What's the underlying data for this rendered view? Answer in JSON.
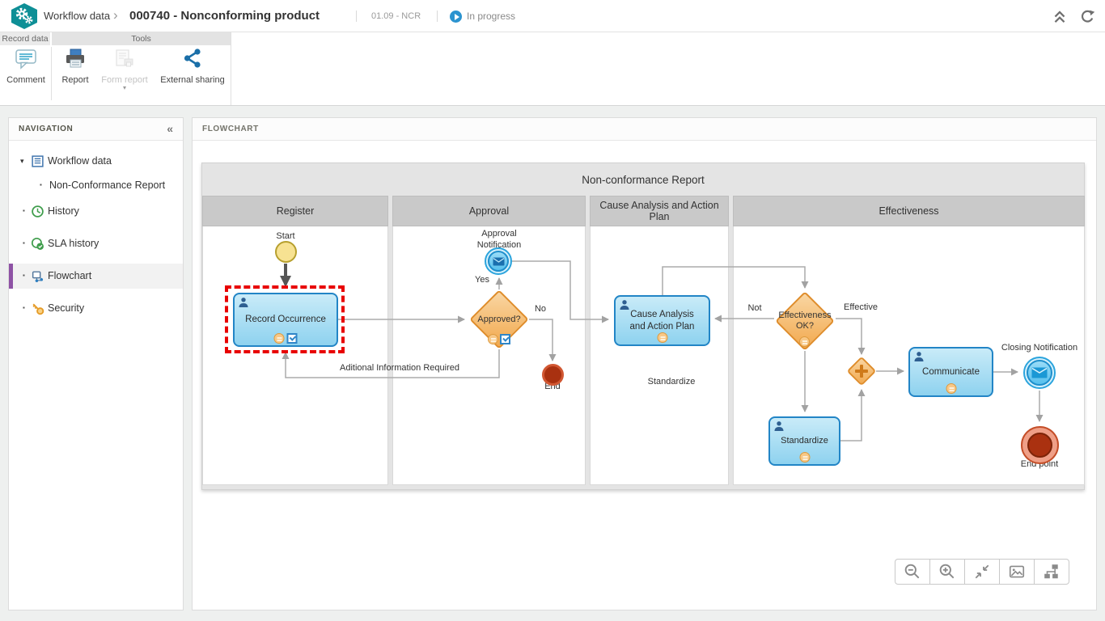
{
  "header": {
    "breadcrumb": "Workflow data",
    "record_id_title": "000740 - Nonconforming product",
    "workflow_version": "01.09 - NCR",
    "status_label": "In progress"
  },
  "ribbon": {
    "group_record_data": "Record data",
    "group_tools": "Tools",
    "comment_label": "Comment",
    "report_label": "Report",
    "form_report_label": "Form report",
    "external_sharing_label": "External sharing"
  },
  "navigation": {
    "panel_title": "NAVIGATION",
    "items": [
      {
        "label": "Workflow data"
      },
      {
        "label": "Non-Conformance Report"
      },
      {
        "label": "History"
      },
      {
        "label": "SLA history"
      },
      {
        "label": "Flowchart"
      },
      {
        "label": "Security"
      }
    ]
  },
  "flowchart": {
    "panel_title": "FLOWCHART",
    "pool_title": "Non-conformance Report",
    "lanes": [
      {
        "label": "Register"
      },
      {
        "label": "Approval"
      },
      {
        "label": "Cause Analysis and Action Plan"
      },
      {
        "label": "Effectiveness"
      }
    ],
    "nodes": {
      "start": "Start",
      "record_occurrence": "Record Occurrence",
      "approved": "Approved?",
      "approval_notification": "Approval Notification",
      "end": "End",
      "cause_analysis": "Cause Analysis and Action Plan",
      "effectiveness_ok": "Effectiveness OK?",
      "standardize": "Standardize",
      "communicate": "Communicate",
      "closing_notification": "Closing Notification",
      "end_point": "End point"
    },
    "edge_labels": {
      "yes": "Yes",
      "no": "No",
      "not": "Not",
      "effective": "Effective",
      "additional_info": "Aditional Information Required",
      "standardize_flow": "Standardize"
    }
  },
  "icons": {
    "breadcrumb_chevron": "›",
    "nav_collapse": "«",
    "caret_down": "▾",
    "bullet": "▪"
  },
  "colors": {
    "brand_teal": "#0e8f96",
    "task_border_blue": "#2285c6",
    "gateway_orange": "#df8d2b",
    "highlight_red": "#e80000",
    "status_blue": "#2b93cf",
    "nav_active_purple": "#8e52a5"
  }
}
